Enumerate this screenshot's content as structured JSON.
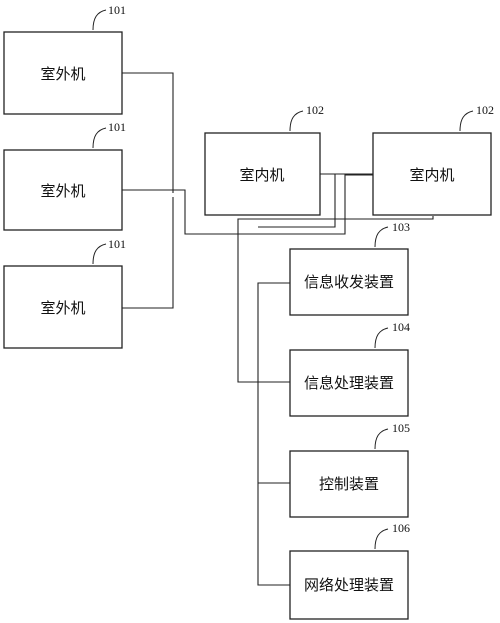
{
  "diagram": {
    "outdoor_unit_label": "室外机",
    "indoor_unit_label": "室内机",
    "transceiver_label": "信息收发装置",
    "info_processing_label": "信息处理装置",
    "control_label": "控制装置",
    "network_processing_label": "网络处理装置",
    "ref_outdoor": "101",
    "ref_indoor": "102",
    "ref_transceiver": "103",
    "ref_info_processing": "104",
    "ref_control": "105",
    "ref_network": "106"
  }
}
